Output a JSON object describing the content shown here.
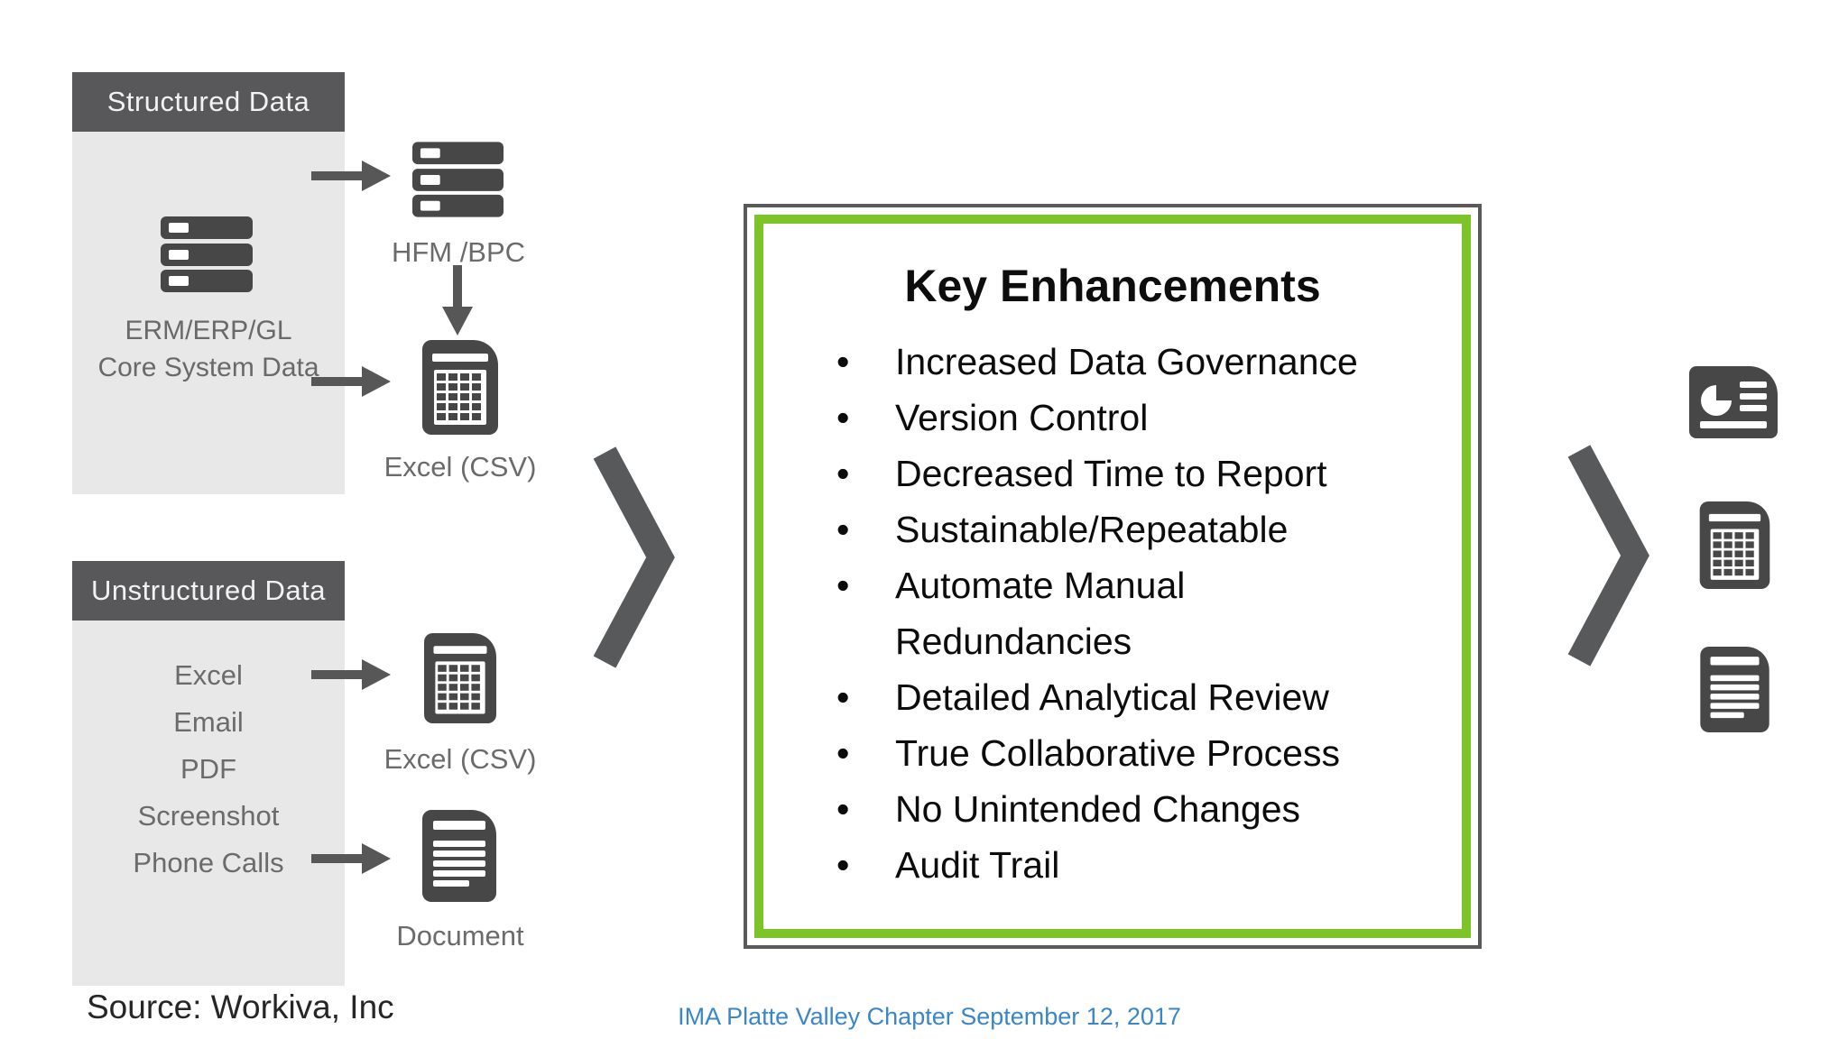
{
  "colors": {
    "accent_green": "#7cc427",
    "link_blue": "#3a86c6",
    "header_gray": "#58585a",
    "box_bg_gray": "#e8e8e8",
    "icon_dark": "#474747",
    "arrow_gray": "#575757",
    "border_gray": "#595959"
  },
  "structured": {
    "header": "Structured Data",
    "label": "ERM/ERP/GL\nCore System Data"
  },
  "unstructured": {
    "header": "Unstructured Data",
    "items": [
      "Excel",
      "Email",
      "PDF",
      "Screenshot",
      "Phone Calls"
    ]
  },
  "pipeline": {
    "hfm_label": "HFM /BPC",
    "excel_top_label": "Excel (CSV)",
    "excel_bottom_label": "Excel (CSV)",
    "document_label": "Document"
  },
  "key_enhancements": {
    "title": "Key Enhancements",
    "bullets": [
      "Increased Data Governance",
      "Version Control",
      "Decreased Time to Report",
      "Sustainable/Repeatable",
      "Automate Manual\nRedundancies",
      "Detailed Analytical Review",
      "True Collaborative Process",
      "No Unintended Changes",
      "Audit Trail"
    ]
  },
  "footer": {
    "source": "Source: Workiva, Inc",
    "event_link": "IMA Platte Valley Chapter September 12, 2017"
  }
}
